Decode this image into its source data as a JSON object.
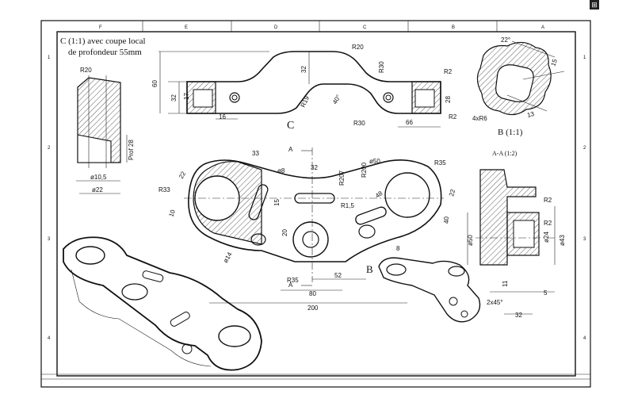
{
  "titles": {
    "c_section_line1": "C (1:1) avec coupe local",
    "c_section_line2": "de profondeur 55mm",
    "view_c": "C",
    "view_b": "B (1:1)",
    "view_b_small": "B",
    "section_aa": "A-A (1:2)",
    "section_marker_a_top": "A",
    "section_marker_a_bottom": "A"
  },
  "border": {
    "columns": [
      "F",
      "E",
      "D",
      "C",
      "B",
      "A"
    ],
    "rows": [
      "1",
      "2",
      "3",
      "4"
    ]
  },
  "dims_c_section": {
    "r20": "R20",
    "prof": "Prof 28",
    "d10_5": "ø10,5",
    "d22": "ø22"
  },
  "dims_view_c": {
    "r20": "R20",
    "r30_top": "R30",
    "r2_top": "R2",
    "d60": "60",
    "d32_left": "32",
    "d17": "17",
    "d32_center": "32",
    "r19": "R19",
    "a40": "40°",
    "r30_bottom": "R30",
    "d28": "28",
    "r2_bottom": "R2",
    "d16": "16",
    "d66": "66"
  },
  "dims_view_b": {
    "a22": "22°",
    "d15": "15",
    "d13": "13",
    "r6": "4xR6"
  },
  "dims_main": {
    "d33": "33",
    "d8": "ø8",
    "d32": "32",
    "r207": "R207",
    "r200": "R200",
    "d50": "ø50",
    "r35_top": "R35",
    "d22_top": "22",
    "d22_right": "22",
    "r33": "R33",
    "d15": "15",
    "d10": "10",
    "r1_5": "R1,5",
    "d48": "48",
    "d40": "40",
    "d20": "20",
    "d14": "ø14",
    "d8_small": "8",
    "r35_bottom": "R35",
    "d52": "52",
    "d80": "80",
    "d200": "200"
  },
  "dims_aa": {
    "r2_top": "R2",
    "r2_bottom": "R2",
    "d50": "ø50",
    "d24": "ø24",
    "d43": "ø43",
    "d11": "11",
    "d5": "5",
    "chamfer": "2x45°",
    "d32": "32"
  }
}
